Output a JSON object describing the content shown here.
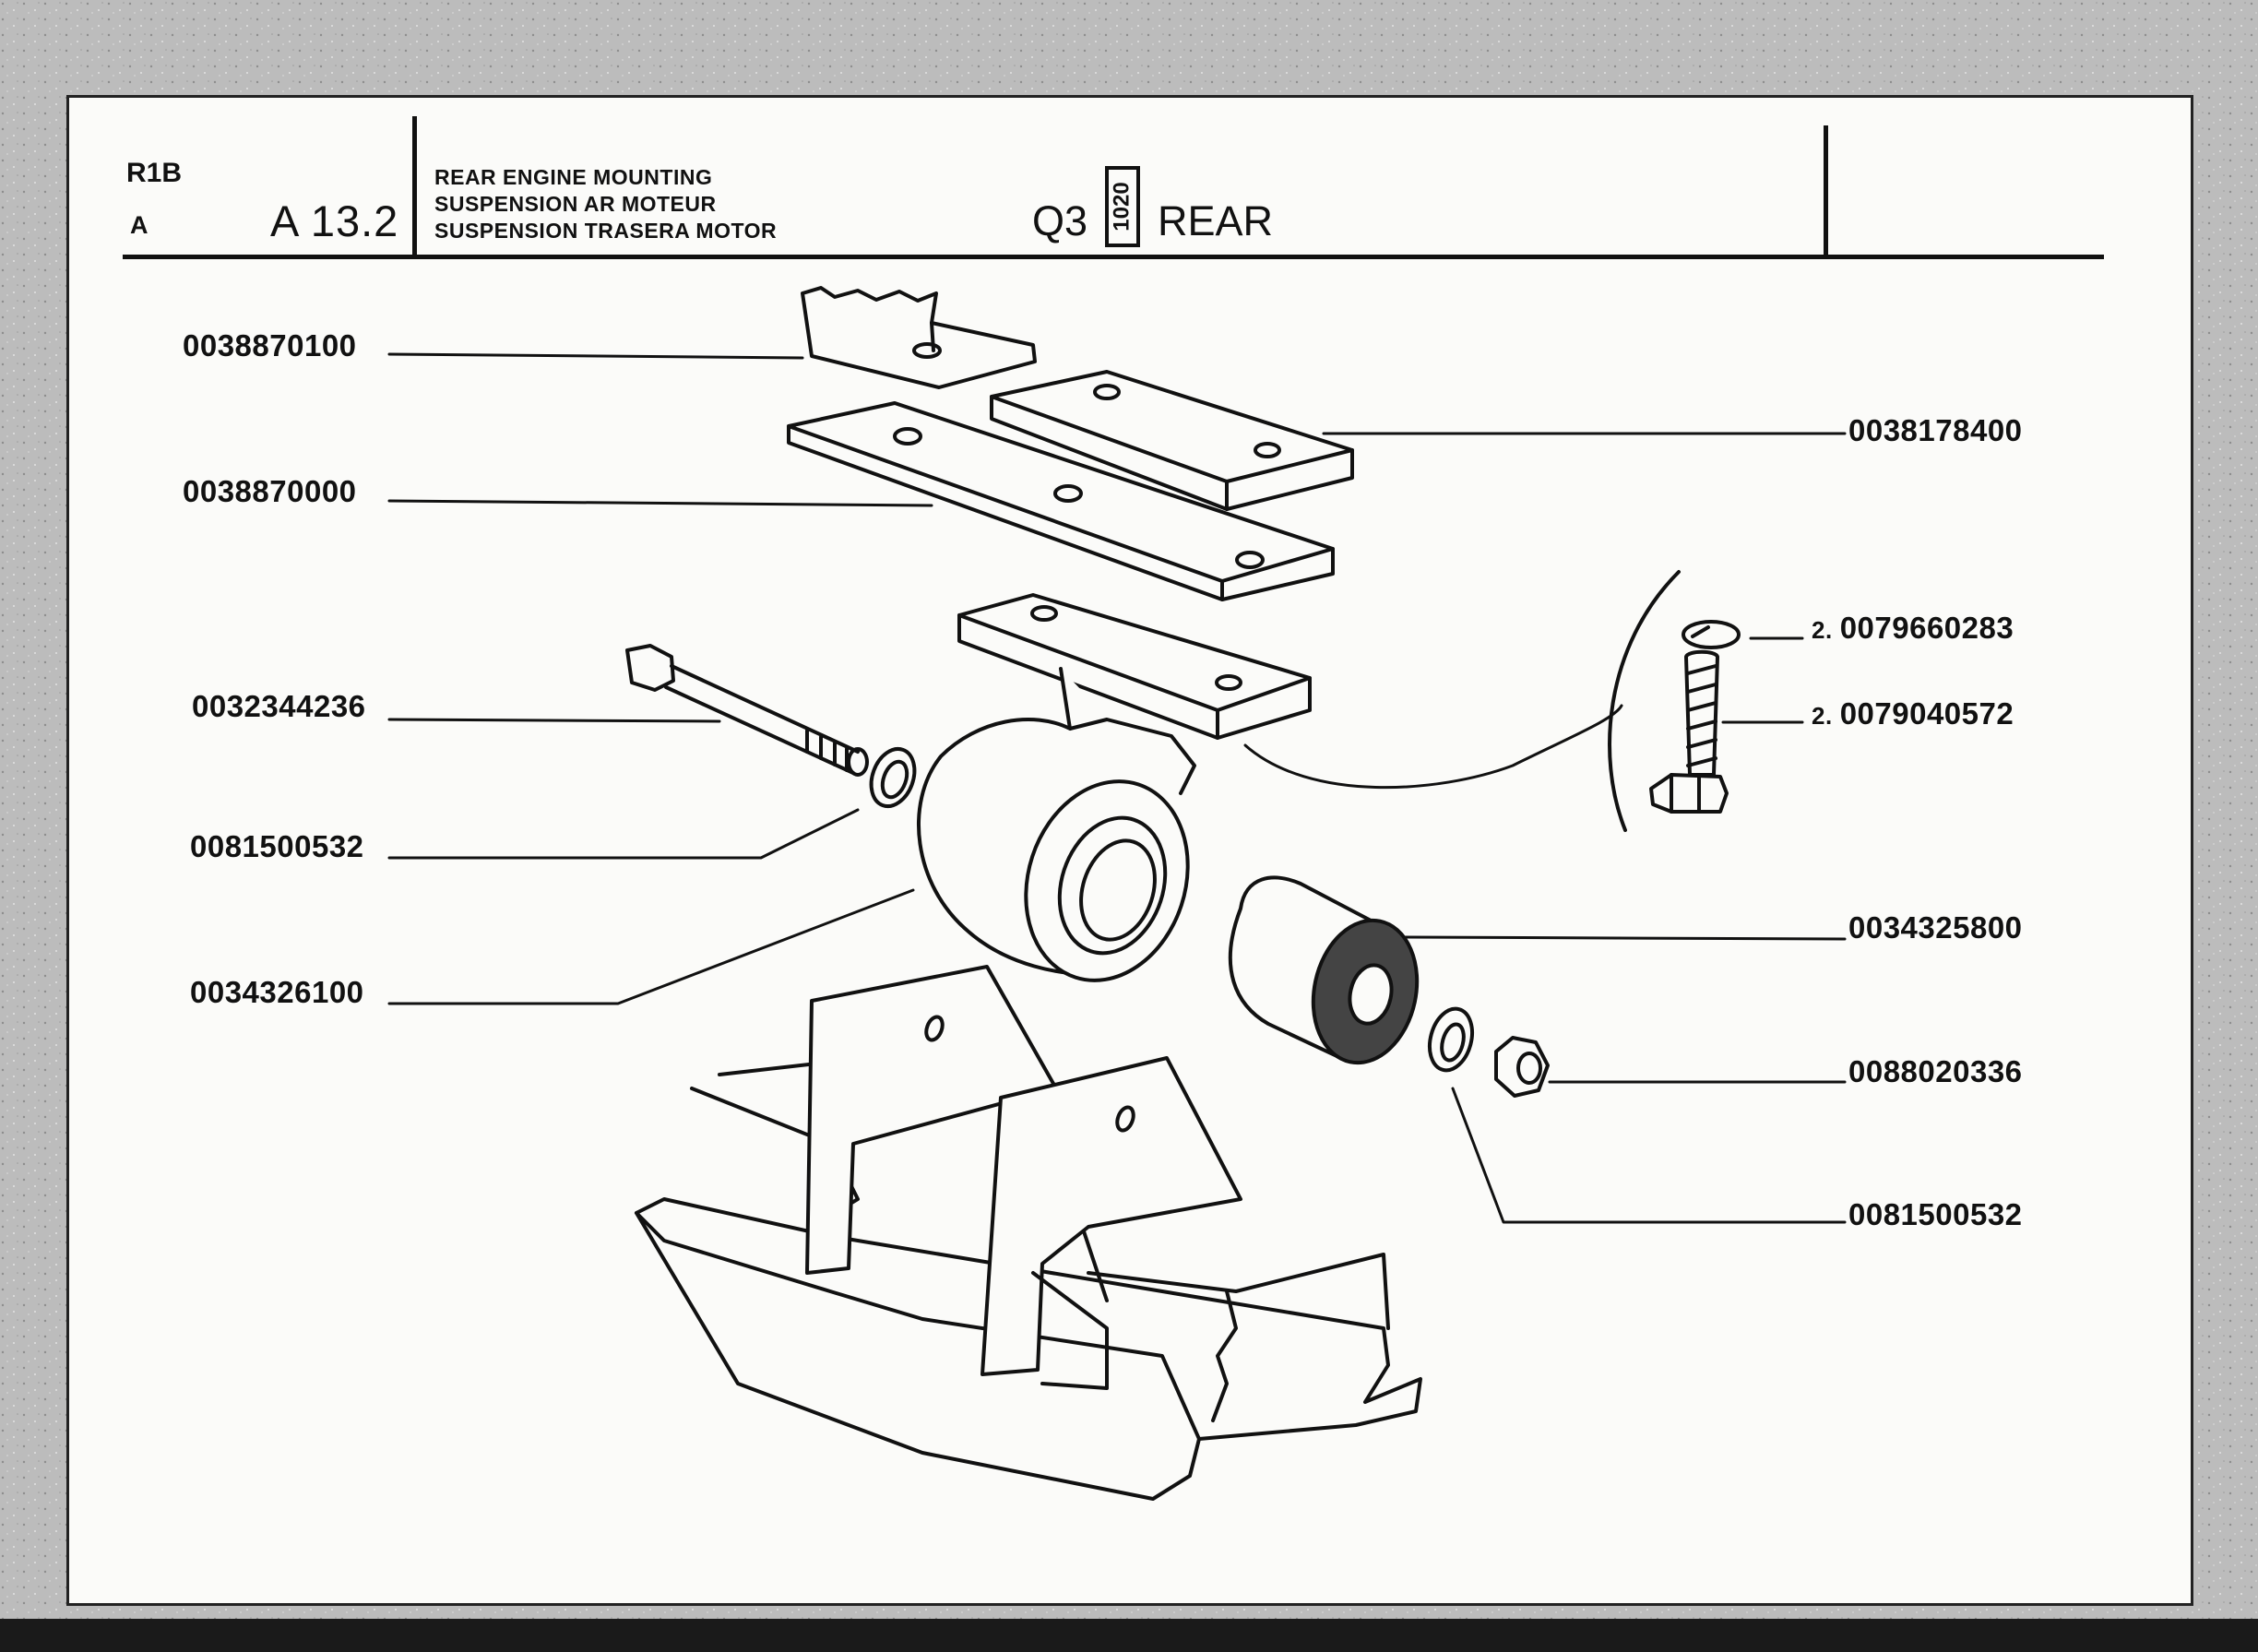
{
  "header": {
    "model": "R1B",
    "variant": "A",
    "section": "A 13.2",
    "title_en": "REAR ENGINE MOUNTING",
    "title_fr": "SUSPENSION AR MOTEUR",
    "title_es": "SUSPENSION TRASERA MOTOR",
    "model_code": "Q3",
    "model_code_box": "1020",
    "position": "REAR"
  },
  "parts": [
    {
      "number": "0038870100"
    },
    {
      "number": "0038870000"
    },
    {
      "number": "0032344236"
    },
    {
      "number": "0081500532"
    },
    {
      "number": "0034326100"
    },
    {
      "number": "0038178400"
    },
    {
      "qty": "2.",
      "number": "0079660283"
    },
    {
      "qty": "2.",
      "number": "0079040572"
    },
    {
      "number": "0034325800"
    },
    {
      "number": "0088020336"
    },
    {
      "number": "0081500532"
    }
  ]
}
